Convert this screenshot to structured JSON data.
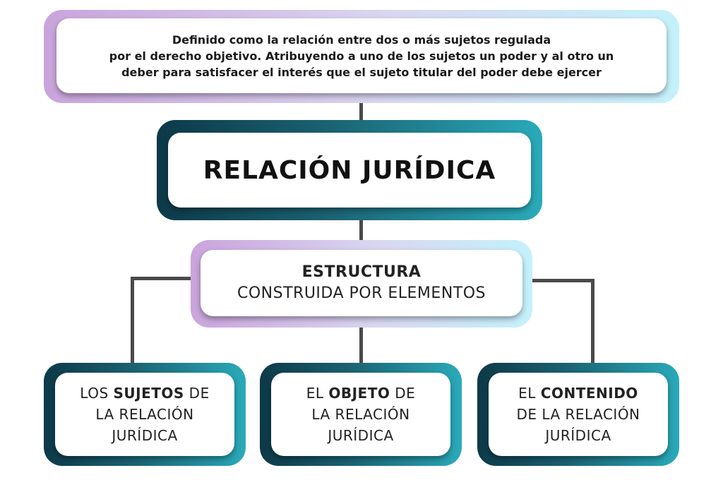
{
  "definition": {
    "line1": "Definido como la relación entre dos o más sujetos regulada",
    "line2": "por el derecho objetivo. Atribuyendo a uno de los sujetos un poder y al otro un",
    "line3": "deber para satisfacer el interés que el sujeto titular del poder debe ejercer"
  },
  "main": {
    "title": "RELACIÓN JURÍDICA"
  },
  "structure": {
    "line1": "ESTRUCTURA",
    "line2": "CONSTRUIDA POR ELEMENTOS"
  },
  "elements": [
    {
      "pre": "LOS ",
      "bold": "SUJETOS",
      "post": " DE",
      "line2": "LA RELACIÓN",
      "line3": "JURÍDICA"
    },
    {
      "pre": "EL ",
      "bold": "OBJETO",
      "post": " DE",
      "line2": "LA RELACIÓN",
      "line3": "JURÍDICA"
    },
    {
      "pre": "EL ",
      "bold": "CONTENIDO",
      "post": "",
      "line2": "DE LA RELACIÓN",
      "line3": "JURÍDICA"
    }
  ],
  "colors": {
    "light_frame": [
      "#c9a4dc",
      "#d9d7f0",
      "#c4f1fb"
    ],
    "dark_frame": [
      "#0d3948",
      "#1b6373",
      "#2aaab9"
    ],
    "connector": "#4a4a4a"
  }
}
